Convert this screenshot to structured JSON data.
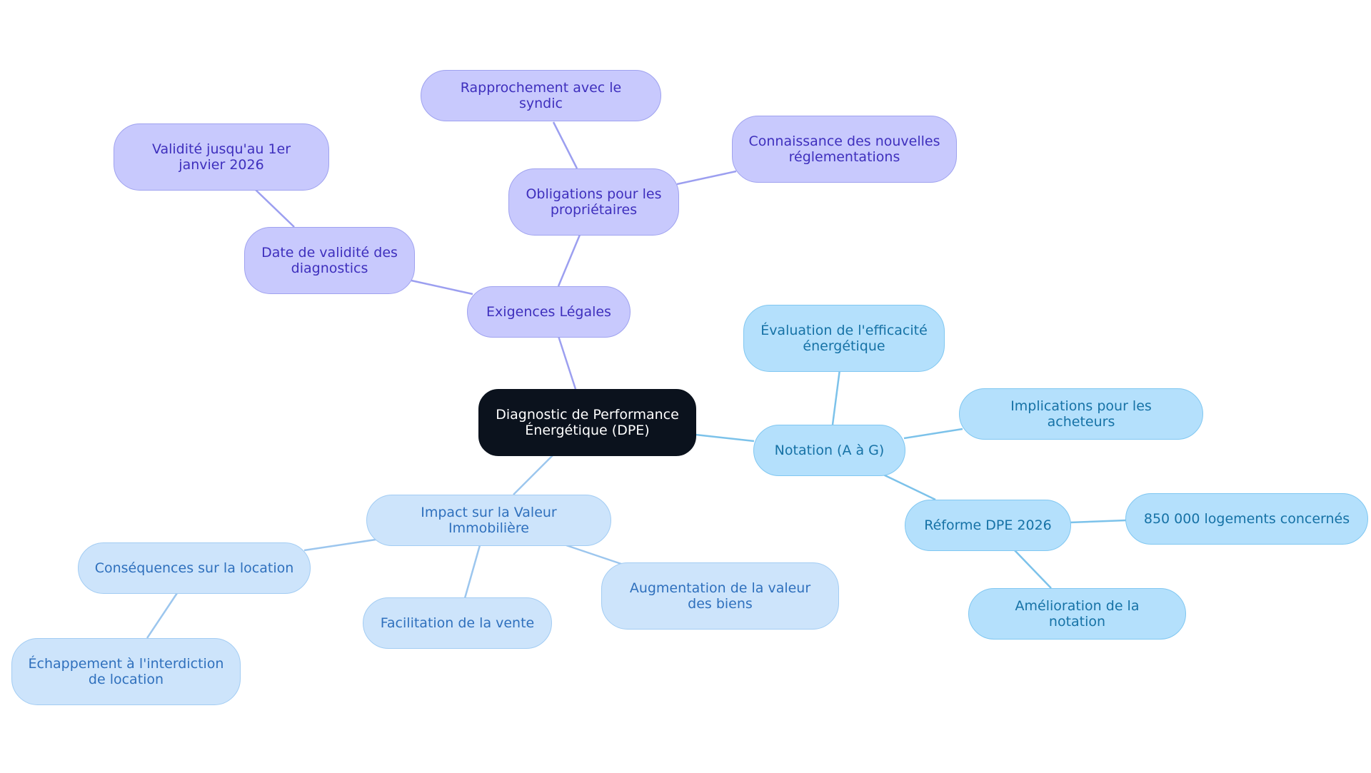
{
  "colors": {
    "root_bg": "#0b121d",
    "legal_fill": "#c8c9fd",
    "legal_edge": "#9c9ff0",
    "rating_fill": "#b4e0fc",
    "rating_edge": "#7cc2ea",
    "value_fill": "#cde4fb",
    "value_edge": "#9cc6ee"
  },
  "mindmap": {
    "root": {
      "label": "Diagnostic de Performance Énergétique (DPE)"
    },
    "legal": {
      "label": "Exigences Légales",
      "validity": {
        "label": "Date de validité des diagnostics",
        "until": {
          "label": "Validité jusqu'au 1er janvier 2026"
        }
      },
      "obligations": {
        "label": "Obligations pour les propriétaires",
        "syndic": {
          "label": "Rapprochement avec le syndic"
        },
        "knowledge": {
          "label": "Connaissance des nouvelles réglementations"
        }
      }
    },
    "rating": {
      "label": "Notation (A à G)",
      "efficiency": {
        "label": "Évaluation de l'efficacité énergétique"
      },
      "buyers": {
        "label": "Implications pour les acheteurs"
      },
      "reform": {
        "label": "Réforme DPE 2026",
        "homes": {
          "label": "850 000 logements concernés"
        },
        "improvement": {
          "label": "Amélioration de la notation"
        }
      }
    },
    "value": {
      "label": "Impact sur la Valeur Immobilière",
      "rental": {
        "label": "Conséquences sur la location",
        "escape": {
          "label": "Échappement à l'interdiction de location"
        }
      },
      "sale": {
        "label": "Facilitation de la vente"
      },
      "increase": {
        "label": "Augmentation de la valeur des biens"
      }
    }
  }
}
